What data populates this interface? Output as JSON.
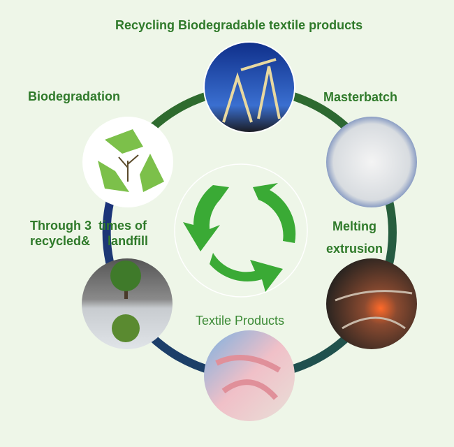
{
  "title": "Recycling Biodegradable textile products",
  "stages": {
    "biodegradation": "Biodegradation",
    "masterbatch": "Masterbatch",
    "melting_line1": "Melting",
    "melting_line2": "extrusion",
    "textile": "Textile Products",
    "recycled_line1": "Through 3  times of",
    "recycled_line2": "recycled&     landfill"
  },
  "colors": {
    "text": "#2f7a2a",
    "ring_green": "#2e6b2e",
    "ring_blue": "#1a3a7a",
    "arrow": "#3aaa35",
    "background": "#eef6e8"
  }
}
